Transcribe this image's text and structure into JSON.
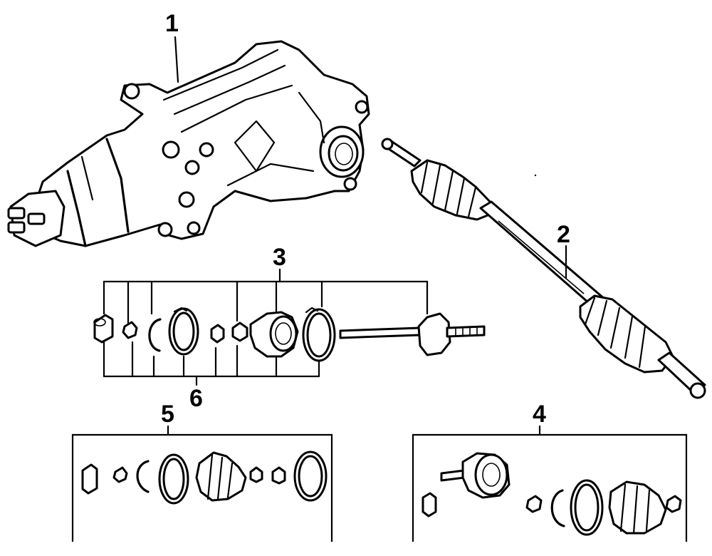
{
  "callouts": {
    "c1": "1",
    "c2": "2",
    "c3": "3",
    "c4": "4",
    "c5": "5",
    "c6": "6"
  },
  "parts": [
    {
      "id": "1",
      "icon": "differential-carrier-icon"
    },
    {
      "id": "2",
      "icon": "axle-shaft-assembly-icon"
    },
    {
      "id": "3",
      "icon": "inner-joint-kit-icon"
    },
    {
      "id": "4",
      "icon": "outer-joint-kit-icon"
    },
    {
      "id": "5",
      "icon": "boot-kit-icon"
    },
    {
      "id": "6",
      "icon": "inner-joint-kit-icon"
    }
  ],
  "colors": {
    "ink": "#000000",
    "paper": "#ffffff"
  }
}
